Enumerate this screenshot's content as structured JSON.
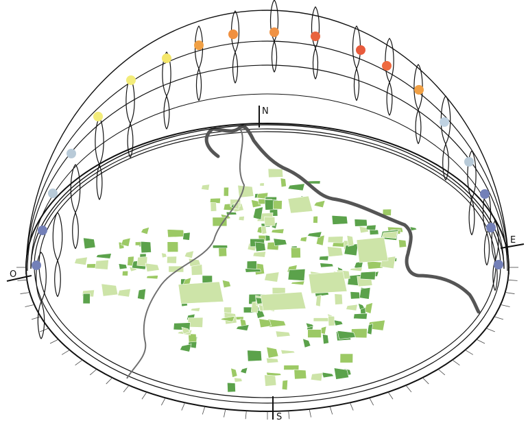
{
  "compass": {
    "north": "N",
    "south": "S",
    "east": "E",
    "west": "O"
  },
  "colors": {
    "outline": "#111111",
    "river": "#6f6f6f",
    "border": "#555555",
    "field_dark": "#5ba24b",
    "field_mid": "#9cc965",
    "field_light": "#cde4a8",
    "sun_path_colors": [
      "#7380b8",
      "#7380b8",
      "#b8cad8",
      "#b8cad8",
      "#f3ec7a",
      "#f3ec7a",
      "#f4e66a",
      "#f0a045",
      "#f09040",
      "#ef9245",
      "#e8643e",
      "#e85b3c",
      "#ee6a40",
      "#f0a045",
      "#bfd2e2",
      "#b8cad8",
      "#7380b8",
      "#7380b8"
    ]
  }
}
